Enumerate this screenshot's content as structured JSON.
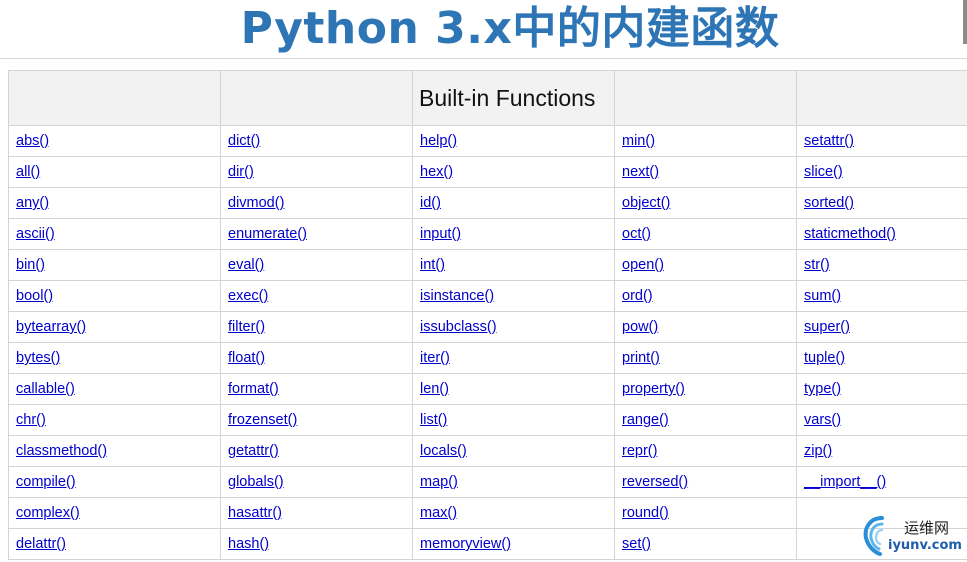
{
  "title": "Python 3.x中的内建函数",
  "table": {
    "header": "Built-in Functions",
    "columns": [
      [
        "abs()",
        "all()",
        "any()",
        "ascii()",
        "bin()",
        "bool()",
        "bytearray()",
        "bytes()",
        "callable()",
        "chr()",
        "classmethod()",
        "compile()",
        "complex()",
        "delattr()"
      ],
      [
        "dict()",
        "dir()",
        "divmod()",
        "enumerate()",
        "eval()",
        "exec()",
        "filter()",
        "float()",
        "format()",
        "frozenset()",
        "getattr()",
        "globals()",
        "hasattr()",
        "hash()"
      ],
      [
        "help()",
        "hex()",
        "id()",
        "input()",
        "int()",
        "isinstance()",
        "issubclass()",
        "iter()",
        "len()",
        "list()",
        "locals()",
        "map()",
        "max()",
        "memoryview()"
      ],
      [
        "min()",
        "next()",
        "object()",
        "oct()",
        "open()",
        "ord()",
        "pow()",
        "print()",
        "property()",
        "range()",
        "repr()",
        "reversed()",
        "round()",
        "set()"
      ],
      [
        "setattr()",
        "slice()",
        "sorted()",
        "staticmethod()",
        "str()",
        "sum()",
        "super()",
        "tuple()",
        "type()",
        "vars()",
        "zip()",
        "__import__()",
        "",
        ""
      ]
    ]
  },
  "watermark": {
    "text": "运维网",
    "url": "iyunv.com",
    "icon": "swirl-logo-icon"
  },
  "colors": {
    "title": "#2e75b6",
    "link": "#0000cc",
    "header_bg": "#f2f2f2",
    "border": "#d4d4d4",
    "watermark_url": "#1f5fa8"
  }
}
